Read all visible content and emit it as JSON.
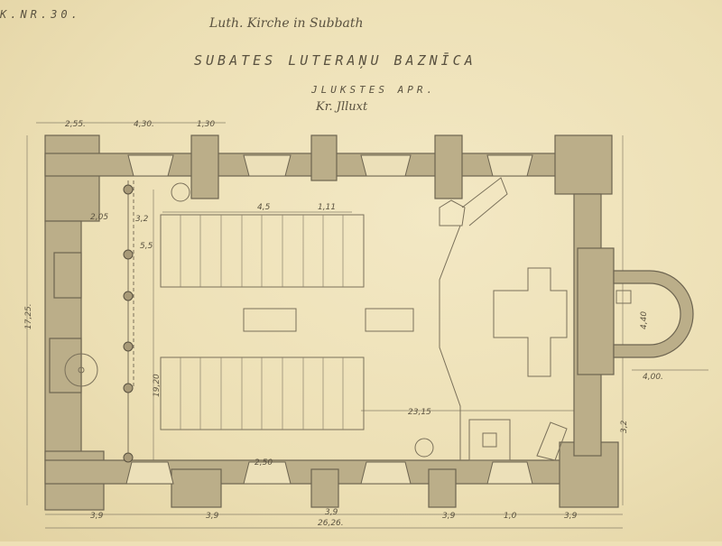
{
  "header": {
    "catalog_number": "K.NR.30.",
    "german_title": "Luth. Kirche in Subbath",
    "title": "SUBATES LUTERAŅU BAZNĪCA",
    "district": "JLUKSTES APR.",
    "note": "Kr. Jlluxt"
  },
  "dimensions": {
    "top": [
      "2,55.",
      "4,30.",
      "1,30"
    ],
    "inner_2_05": "2,05",
    "inner_3_2": "3,2",
    "inner_5_5": "5,5",
    "pew_width": "4,5",
    "aisle": "1,11",
    "overall_width": "17,25.",
    "nave_width": "19,20",
    "inner_length": "23,15",
    "bottom_bay": "2,50",
    "apse_width": "4,40",
    "apse_depth": "4,00.",
    "right_3_2": "3,2",
    "overall_length": "26,26.",
    "bottom": [
      "3,9",
      "3,9",
      "3,9",
      "3,9",
      "1,0",
      "3,9"
    ]
  },
  "colors": {
    "paper": "#eee0b6",
    "wall": "#bbae89",
    "ink": "#5a5240"
  }
}
